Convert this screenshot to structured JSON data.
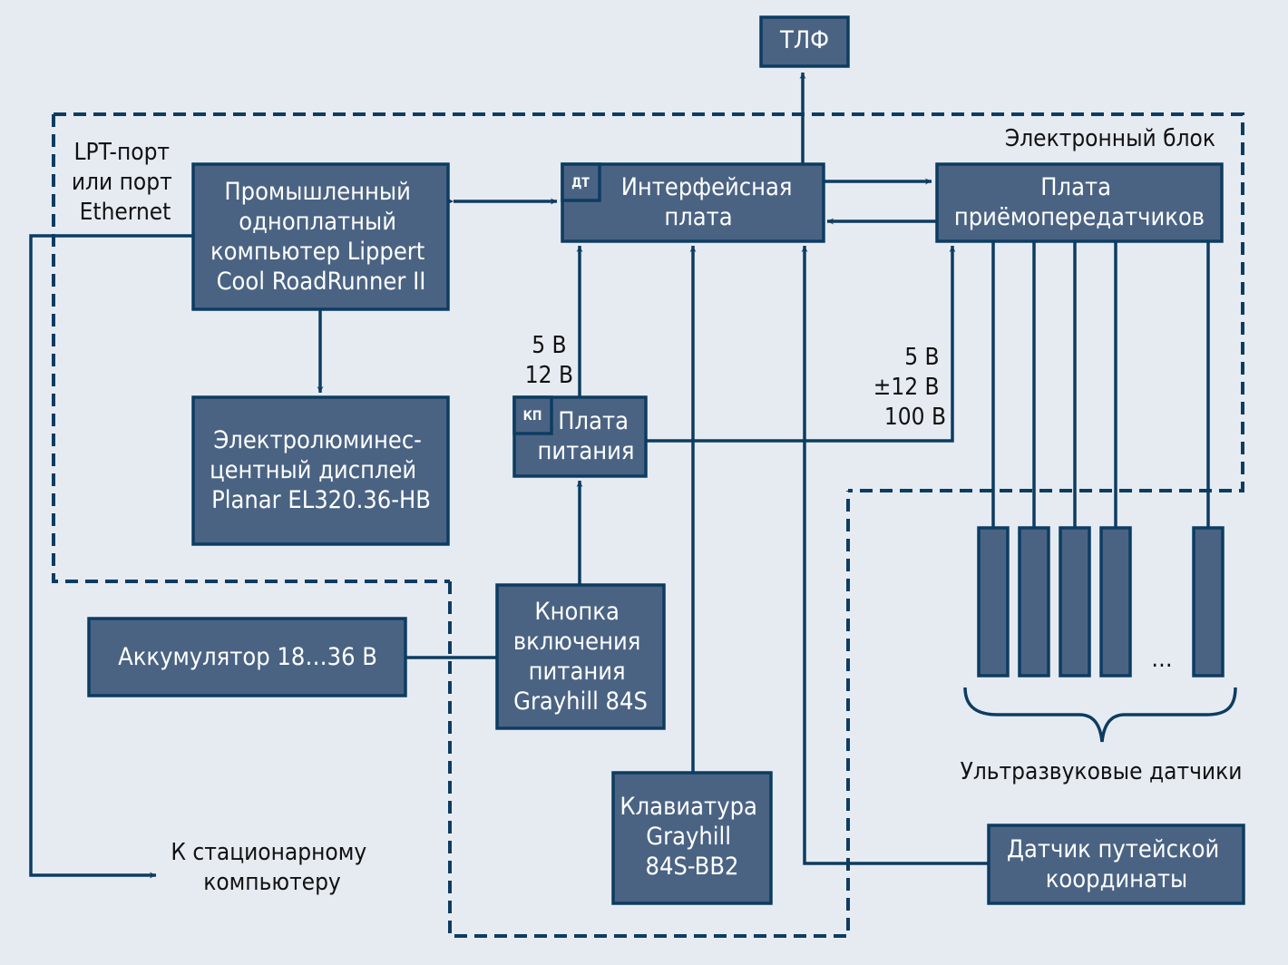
{
  "colors": {
    "background": "#e6ebf2",
    "box_fill": "#4a6383",
    "line": "#0d3c61",
    "box_text": "#ffffff",
    "label_text": "#111111"
  },
  "boxes": {
    "tlf": [
      "ТЛФ"
    ],
    "computer": [
      "Промышленный",
      "одноплатный",
      "компьютер Lippert",
      "Cool RoadRunner II"
    ],
    "interface": [
      "Интерфейсная",
      "плата"
    ],
    "transceiver": [
      "Плата",
      "приёмопередатчиков"
    ],
    "display": [
      "Электролюминес-",
      "центный дисплей",
      "Planar EL320.36-HB"
    ],
    "power_board": [
      "Плата",
      "питания"
    ],
    "battery": [
      "Аккумулятор 18…36 В"
    ],
    "power_button": [
      "Кнопка",
      "включения",
      "питания",
      "Grayhill 84S"
    ],
    "keypad": [
      "Клавиатура",
      "Grayhill",
      "84S-BB2"
    ],
    "track_sensor": [
      "Датчик путейской",
      "координаты"
    ]
  },
  "tags": {
    "dt": "ДТ",
    "kp": "КП"
  },
  "labels": {
    "electronic_unit": "Электронный блок",
    "port": [
      "LPT-порт",
      "или порт",
      "Ethernet"
    ],
    "voltage_left": [
      "5 В",
      "12 В"
    ],
    "voltage_right": [
      "5 В",
      "±12 В",
      "100 В"
    ],
    "to_pc": [
      "К стационарному",
      "компьютеру"
    ],
    "ultrasonic": "Ультразвуковые датчики",
    "ellipsis": "…"
  }
}
